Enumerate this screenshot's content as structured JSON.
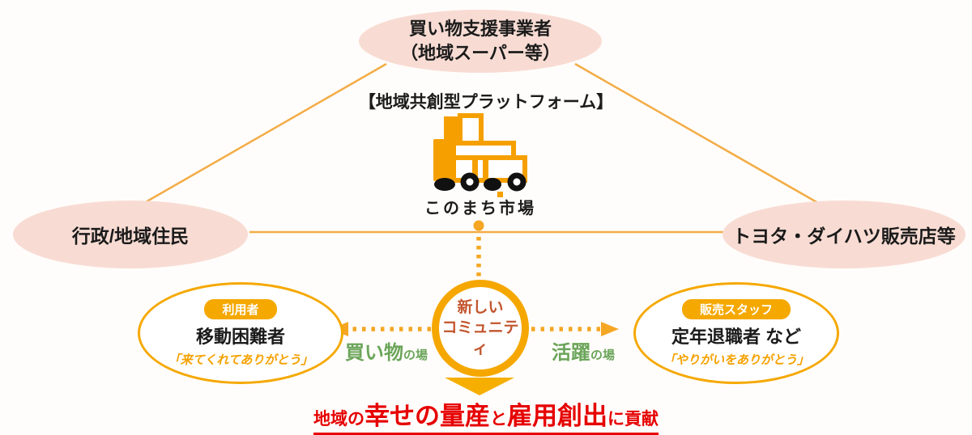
{
  "colors": {
    "accent_orange": "#F5A700",
    "line_orange": "#F3AC45",
    "entity_pink": "#F8DCD3",
    "community_text": "#C2552D",
    "label_green": "#6BA55A",
    "slogan_red": "#E60000",
    "wheel_black": "#111111"
  },
  "top_node": {
    "line1": "買い物支援事業者",
    "line2": "（地域スーパー等）"
  },
  "left_node": {
    "label": "行政/地域住民"
  },
  "right_node": {
    "label": "トヨタ・ダイハツ販売店等"
  },
  "platform": {
    "title": "【地域共創型プラットフォーム】",
    "brand": "このまち市場"
  },
  "community_circle": {
    "line1": "新しい",
    "line2": "コミュニティ"
  },
  "left_bubble": {
    "badge": "利用者",
    "title": "移動困難者",
    "quote": "「来てくれてありがとう」"
  },
  "right_bubble": {
    "badge": "販売スタッフ",
    "title": "定年退職者 など",
    "quote": "「やりがいをありがとう」"
  },
  "left_arrow_label": {
    "main": "買い物",
    "sub": "の場"
  },
  "right_arrow_label": {
    "main": "活躍",
    "sub": "の場"
  },
  "footer": {
    "seg1": "地域の",
    "seg2": "幸せの量産",
    "seg3": "と",
    "seg4": "雇用創出",
    "seg5": "に貢献"
  }
}
